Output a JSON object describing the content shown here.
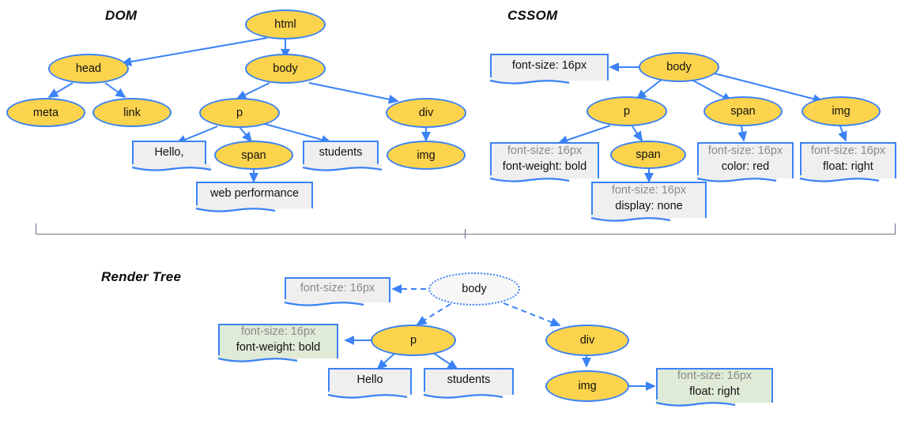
{
  "diagram": {
    "title_dom": "DOM",
    "title_cssom": "CSSOM",
    "title_render": "Render Tree",
    "colors": {
      "node_fill": "#FCD34D",
      "node_stroke": "#3B82F6",
      "box_fill": "#EFEFEF",
      "box_green_fill": "#DFEBD7",
      "edge": "#3B82F6",
      "muted_text": "#8A8A8A",
      "text": "#111111",
      "divider": "#7a7a7a"
    }
  },
  "dom": {
    "nodes": {
      "html": "html",
      "head": "head",
      "body": "body",
      "meta": "meta",
      "link": "link",
      "p": "p",
      "div": "div",
      "span": "span",
      "img": "img"
    },
    "text_boxes": {
      "hello": "Hello,",
      "students": "students",
      "web_performance": "web performance"
    }
  },
  "cssom": {
    "nodes": {
      "body": "body",
      "p": "p",
      "span_child": "span",
      "span": "span",
      "img": "img"
    },
    "rules": {
      "body": {
        "line1": "font-size: 16px",
        "line1_muted": false
      },
      "p": {
        "line1": "font-size: 16px",
        "line2": "font-weight: bold"
      },
      "span_child": {
        "line1": "font-size: 16px",
        "line2": "display: none"
      },
      "span": {
        "line1": "font-size: 16px",
        "line2": "color: red"
      },
      "img": {
        "line1": "font-size: 16px",
        "line2": "float: right"
      }
    }
  },
  "render_tree": {
    "nodes": {
      "body": "body",
      "p": "p",
      "div": "div",
      "img": "img"
    },
    "text_boxes": {
      "hello": "Hello",
      "students": "students"
    },
    "rules": {
      "body": {
        "line1": "font-size: 16px"
      },
      "p": {
        "line1": "font-size: 16px",
        "line2": "font-weight: bold"
      },
      "img": {
        "line1": "font-size: 16px",
        "line2": "float: right"
      }
    }
  }
}
